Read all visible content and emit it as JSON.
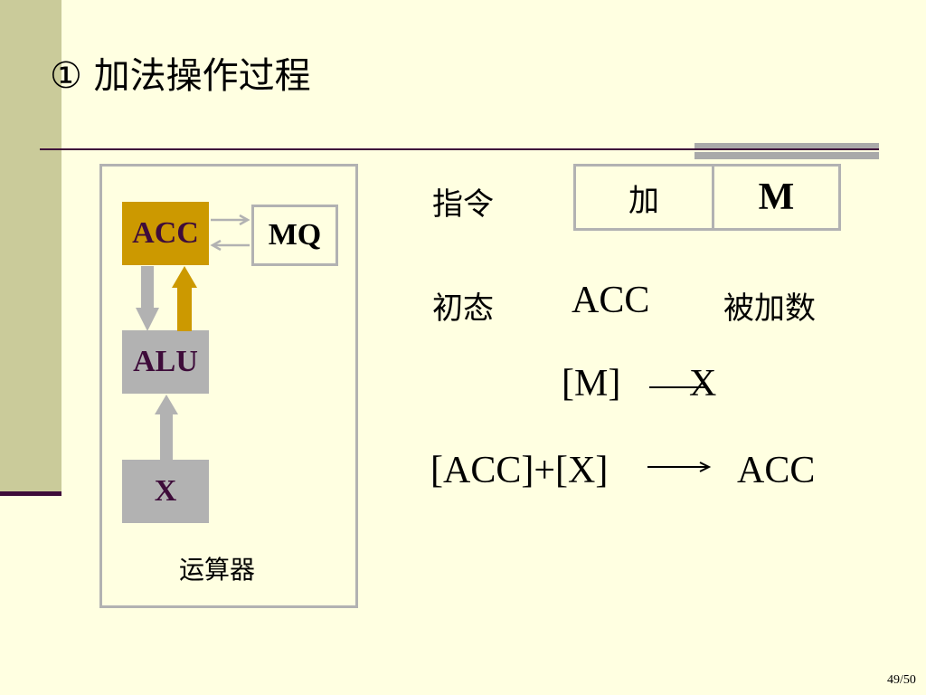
{
  "title": "① 加法操作过程",
  "unit": {
    "acc": "ACC",
    "mq": "MQ",
    "alu": "ALU",
    "x": "X",
    "label": "运算器"
  },
  "instruction": {
    "label": "指令",
    "opcode": "加",
    "address": "M"
  },
  "initial": {
    "label": "初态",
    "register": "ACC",
    "value": "被加数"
  },
  "step1": {
    "source": "[M]",
    "target": "X"
  },
  "step2": {
    "expression": "[ACC]+[X]",
    "target": "ACC"
  },
  "page_number": "49/50",
  "colors": {
    "background": "#FFFFE1",
    "accent_gold": "#CC9900",
    "register_gray": "#B2B2B2",
    "dark_purple": "#3E0C3A"
  }
}
